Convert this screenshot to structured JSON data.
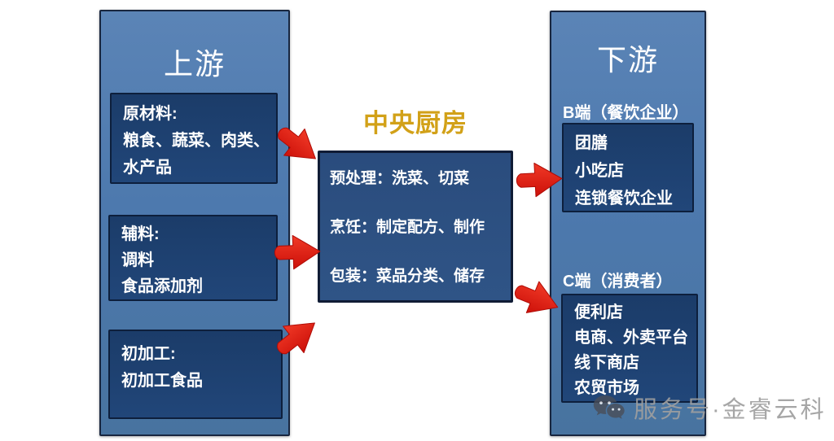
{
  "upstream": {
    "title": "上游",
    "boxes": [
      {
        "name": "raw-materials",
        "lines": [
          "原材料:",
          "粮食、蔬菜、肉类、",
          "水产品"
        ]
      },
      {
        "name": "auxiliary-materials",
        "lines": [
          "辅料:",
          "调料",
          "食品添加剂"
        ]
      },
      {
        "name": "primary-processing",
        "lines": [
          "初加工:",
          "初加工食品"
        ]
      }
    ]
  },
  "center": {
    "title": "中央厨房",
    "lines": [
      "预处理：洗菜、切菜",
      "烹饪：制定配方、制作",
      "包装：菜品分类、储存"
    ]
  },
  "downstream": {
    "title": "下游",
    "sections": [
      {
        "label": "B端（餐饮企业）",
        "lines": [
          "团膳",
          "小吃店",
          "连锁餐饮企业"
        ]
      },
      {
        "label": "C端（消费者）",
        "lines": [
          "便利店",
          "电商、外卖平台",
          "线下商店",
          "农贸市场"
        ]
      }
    ]
  },
  "watermark": {
    "icon": "wechat-icon",
    "text": "服务号·金睿云科"
  },
  "colors": {
    "column_blue": "#4d79ae",
    "box_navy": "#1d4070",
    "center_box_blue": "#2c4f80",
    "title_gold": "#d2a118",
    "arrow_red": "#e02114",
    "watermark_gray": "#9e9e9e"
  }
}
